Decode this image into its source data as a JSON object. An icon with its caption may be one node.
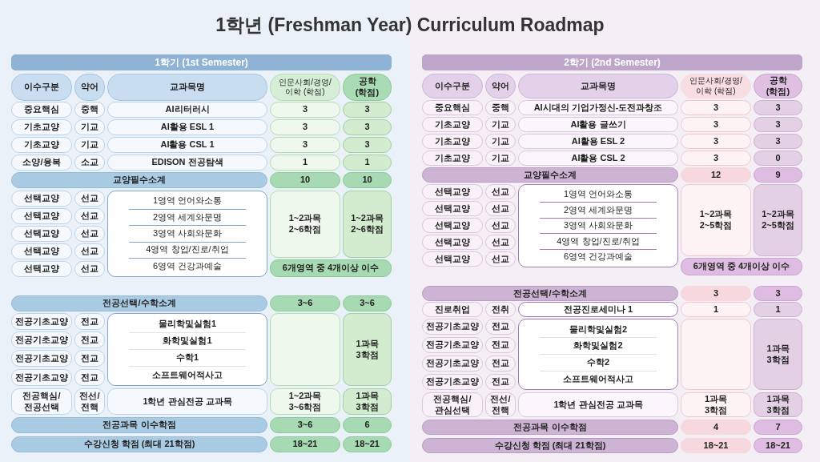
{
  "diagram": {
    "title": "1학년 (Freshman Year) Curriculum Roadmap",
    "nodes": [
      {
        "text": [
          "1학기 (1st Semester)"
        ]
      },
      {
        "text": [
          "이수구분"
        ]
      },
      {
        "text": [
          "약어"
        ]
      },
      {
        "text": [
          "교과목명"
        ]
      },
      {
        "text": [
          "인문사회/경영/이학 (학점)"
        ]
      },
      {
        "text": [
          "공학 (학점)"
        ]
      },
      {
        "text": [
          "중요핵심"
        ]
      },
      {
        "text": [
          "중핵"
        ]
      },
      {
        "text": [
          "AI리터러시"
        ]
      },
      {
        "text": [
          "3"
        ]
      },
      {
        "text": [
          "3"
        ]
      },
      {
        "text": [
          "기초교양"
        ]
      },
      {
        "text": [
          "기교"
        ]
      },
      {
        "text": [
          "AI활용 ESL 1"
        ]
      },
      {
        "text": [
          "3"
        ]
      },
      {
        "text": [
          "3"
        ]
      },
      {
        "text": [
          "기초교양"
        ]
      },
      {
        "text": [
          "기교"
        ]
      },
      {
        "text": [
          "AI활용 CSL 1"
        ]
      },
      {
        "text": [
          "3"
        ]
      },
      {
        "text": [
          "3"
        ]
      },
      {
        "text": [
          "소양/융복"
        ]
      },
      {
        "text": [
          "소교"
        ]
      },
      {
        "text": [
          "EDISON 전공탐색"
        ]
      },
      {
        "text": [
          "1"
        ]
      },
      {
        "text": [
          "1"
        ]
      },
      {
        "text": [
          "교양필수소계"
        ]
      },
      {
        "text": [
          "10"
        ]
      },
      {
        "text": [
          "10"
        ]
      },
      {
        "text": [
          "선택교양"
        ]
      },
      {
        "text": [
          "선교"
        ]
      },
      {
        "text": [
          "선택교양"
        ]
      },
      {
        "text": [
          "선교"
        ]
      },
      {
        "text": [
          "선택교양"
        ]
      },
      {
        "text": [
          "선교"
        ]
      },
      {
        "text": [
          "선택교양"
        ]
      },
      {
        "text": [
          "선교"
        ]
      },
      {
        "text": [
          "선택교양"
        ]
      },
      {
        "text": [
          "선교"
        ]
      },
      {
        "text": [
          "1영역 언어와소통",
          "2영역 세계와문명",
          "3영역 사회와문화",
          "4영역 창업/진로/취업",
          "6영역 건강과예술"
        ]
      },
      {
        "text": [
          "1~2과목 2~6학점"
        ]
      },
      {
        "text": [
          "1~2과목 2~6학점"
        ]
      },
      {
        "text": [
          "6개영역 중 4개이상 이수"
        ]
      },
      {
        "text": [
          "전공선택/수학소계"
        ]
      },
      {
        "text": [
          "3~6"
        ]
      },
      {
        "text": [
          "3~6"
        ]
      },
      {
        "text": [
          "전공기초교양"
        ]
      },
      {
        "text": [
          "전교"
        ]
      },
      {
        "text": [
          "전공기초교양"
        ]
      },
      {
        "text": [
          "전교"
        ]
      },
      {
        "text": [
          "전공기초교양"
        ]
      },
      {
        "text": [
          "전교"
        ]
      },
      {
        "text": [
          "전공기초교양"
        ]
      },
      {
        "text": [
          "전교"
        ]
      },
      {
        "text": [
          "물리학및실험1",
          "화학및실험1",
          "수학1",
          "소프트웨어적사고"
        ]
      },
      {
        "text": [],
        "shape": "box"
      },
      {
        "text": [
          "1과목 3학점"
        ]
      },
      {
        "text": [
          "전공핵심/ 전공선택"
        ]
      },
      {
        "text": [
          "전선/ 전핵"
        ]
      },
      {
        "text": [
          "1학년 관심전공 교과목"
        ]
      },
      {
        "text": [
          "1~2과목 3~6학점"
        ]
      },
      {
        "text": [
          "1과목 3학점"
        ]
      },
      {
        "text": [
          "전공과목 이수학점"
        ]
      },
      {
        "text": [
          "3~6"
        ]
      },
      {
        "text": [
          "6"
        ]
      },
      {
        "text": [
          "수강신청 학점 (최대 21학점)"
        ]
      },
      {
        "text": [
          "18~21"
        ]
      },
      {
        "text": [
          "18~21"
        ]
      },
      {
        "text": [
          "2학기 (2nd Semester)"
        ]
      },
      {
        "text": [
          "이수구분"
        ]
      },
      {
        "text": [
          "약어"
        ]
      },
      {
        "text": [
          "교과목명"
        ]
      },
      {
        "text": [
          "인문사회/경영/이학 (학점)"
        ]
      },
      {
        "text": [
          "공학 (학점)"
        ]
      },
      {
        "text": [
          "중요핵심"
        ]
      },
      {
        "text": [
          "중핵"
        ]
      },
      {
        "text": [
          "AI시대의 기업가정신-도전과창조"
        ]
      },
      {
        "text": [
          "3"
        ]
      },
      {
        "text": [
          "3"
        ]
      },
      {
        "text": [
          "기초교양"
        ]
      },
      {
        "text": [
          "기교"
        ]
      },
      {
        "text": [
          "AI활용 글쓰기"
        ]
      },
      {
        "text": [
          "3"
        ]
      },
      {
        "text": [
          "3"
        ]
      },
      {
        "text": [
          "기초교양"
        ]
      },
      {
        "text": [
          "기교"
        ]
      },
      {
        "text": [
          "AI활용 ESL 2"
        ]
      },
      {
        "text": [
          "3"
        ]
      },
      {
        "text": [
          "3"
        ]
      },
      {
        "text": [
          "기초교양"
        ]
      },
      {
        "text": [
          "기교"
        ]
      },
      {
        "text": [
          "AI활용 CSL 2"
        ]
      },
      {
        "text": [
          "3"
        ]
      },
      {
        "text": [
          "0"
        ]
      },
      {
        "text": [
          "교양필수소계"
        ]
      },
      {
        "text": [
          "12"
        ]
      },
      {
        "text": [
          "9"
        ]
      },
      {
        "text": [
          "선택교양"
        ]
      },
      {
        "text": [
          "선교"
        ]
      },
      {
        "text": [
          "선택교양"
        ]
      },
      {
        "text": [
          "선교"
        ]
      },
      {
        "text": [
          "선택교양"
        ]
      },
      {
        "text": [
          "선교"
        ]
      },
      {
        "text": [
          "선택교양"
        ]
      },
      {
        "text": [
          "선교"
        ]
      },
      {
        "text": [
          "선택교양"
        ]
      },
      {
        "text": [
          "선교"
        ]
      },
      {
        "text": [
          "1영역 언어와소통",
          "2영역 세계와문명",
          "3영역 사회와문화",
          "4영역 창업/진로/취업",
          "6영역 건강과예술"
        ]
      },
      {
        "text": [
          "1~2과목 2~5학점"
        ]
      },
      {
        "text": [
          "1~2과목 2~5학점"
        ]
      },
      {
        "text": [
          "6개영역 중 4개이상 이수"
        ]
      },
      {
        "text": [
          "전공선택/수학소계"
        ]
      },
      {
        "text": [
          "3"
        ]
      },
      {
        "text": [
          "3"
        ]
      },
      {
        "text": [
          "진로취업"
        ]
      },
      {
        "text": [
          "전취"
        ]
      },
      {
        "text": [
          "전공진로세미나 1"
        ]
      },
      {
        "text": [
          "1"
        ]
      },
      {
        "text": [
          "1"
        ]
      },
      {
        "text": [
          "전공기초교양"
        ]
      },
      {
        "text": [
          "전교"
        ]
      },
      {
        "text": [
          "전공기초교양"
        ]
      },
      {
        "text": [
          "전교"
        ]
      },
      {
        "text": [
          "전공기초교양"
        ]
      },
      {
        "text": [
          "전교"
        ]
      },
      {
        "text": [
          "전공기초교양"
        ]
      },
      {
        "text": [
          "전교"
        ]
      },
      {
        "text": [
          "물리학및실험2",
          "화학및실험2",
          "수학2",
          "소프트웨어적사고"
        ]
      },
      {
        "text": [],
        "shape": "box"
      },
      {
        "text": [
          "1과목 3학점"
        ]
      },
      {
        "text": [
          "전공핵심/ 관심선택"
        ]
      },
      {
        "text": [
          "전선/ 전핵"
        ]
      },
      {
        "text": [
          "1학년 관심전공 교과목"
        ]
      },
      {
        "text": [
          "1과목 3학점"
        ]
      },
      {
        "text": [
          "1과목 3학점"
        ]
      },
      {
        "text": [
          "전공과목 이수학점"
        ]
      },
      {
        "text": [
          "4"
        ]
      },
      {
        "text": [
          "7"
        ]
      },
      {
        "text": [
          "수강신청 학점 (최대 21학점)"
        ]
      },
      {
        "text": [
          "18~21"
        ]
      },
      {
        "text": [
          "18~21"
        ]
      }
    ]
  }
}
